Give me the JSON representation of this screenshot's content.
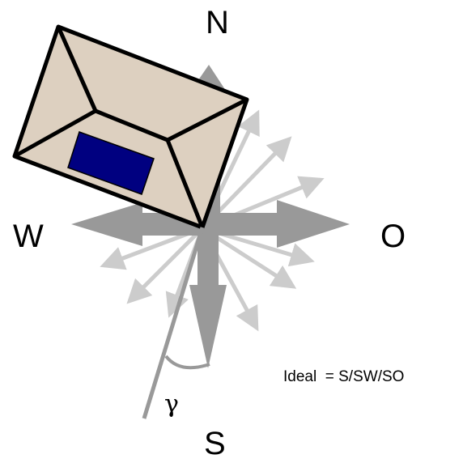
{
  "compass": {
    "north": "N",
    "west": "W",
    "east": "O",
    "south": "S"
  },
  "annotation": {
    "ideal": "Ideal  = S/SW/SO",
    "angle_symbol": "γ"
  },
  "colors": {
    "main_arrow": "#999999",
    "minor_arrow": "#cccccc",
    "roof": "#ddd0c0",
    "panel": "#000080",
    "outline": "#000000"
  }
}
